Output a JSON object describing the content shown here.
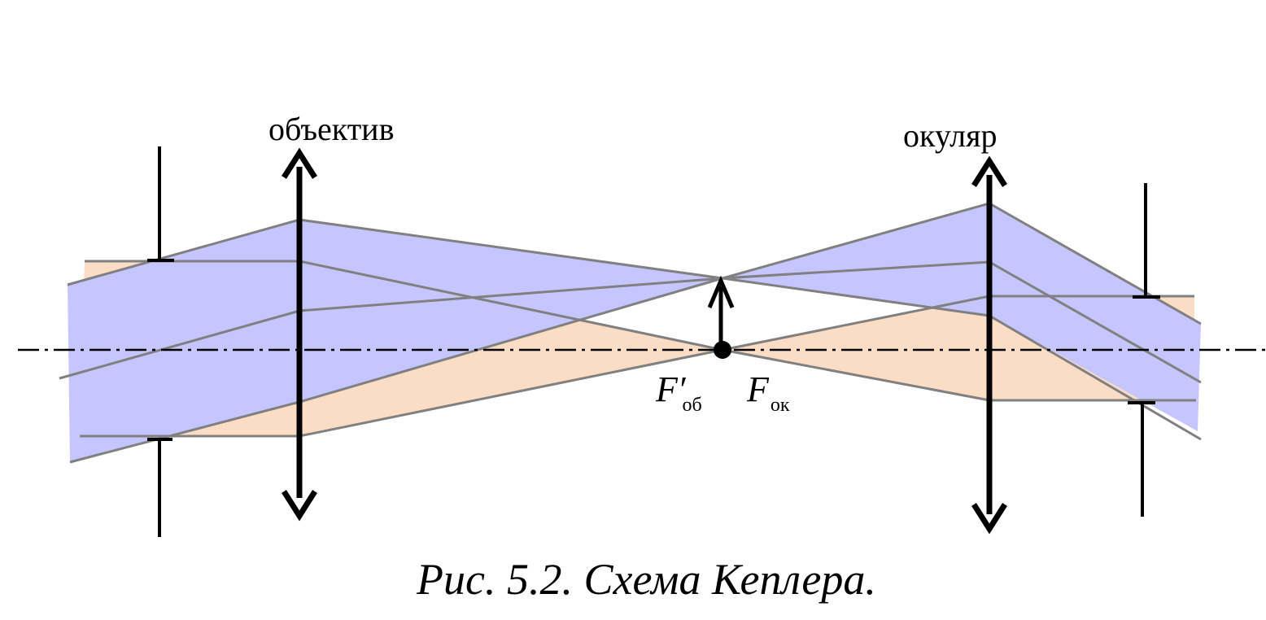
{
  "labels": {
    "objective": "объектив",
    "eyepiece": "окуляр",
    "focus_objective_main": "F′",
    "focus_objective_sub": "об",
    "focus_eyepiece_main": "F",
    "focus_eyepiece_sub": "ок"
  },
  "caption": "Рис. 5.2. Схема Кеплера.",
  "colors": {
    "blue_beam": "#c5c6ff",
    "orange_beam": "#fbdcc4",
    "ray_line": "#808080",
    "ink": "#000000"
  }
}
